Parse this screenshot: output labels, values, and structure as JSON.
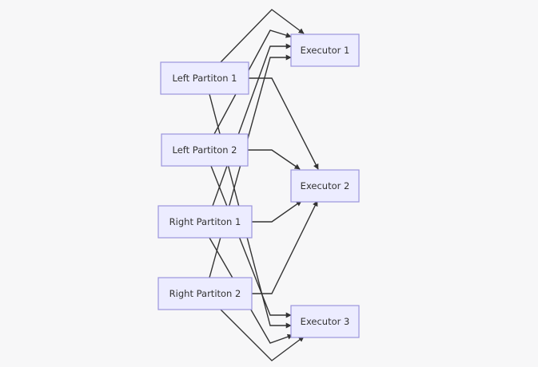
{
  "nodes": {
    "lp1": "Left Partiton 1",
    "lp2": "Left Partiton 2",
    "rp1": "Right Partiton 1",
    "rp2": "Right Partiton 2",
    "ex1": "Executor 1",
    "ex2": "Executor 2",
    "ex3": "Executor 3"
  },
  "edges": [
    {
      "from": "lp1",
      "to": "ex1"
    },
    {
      "from": "lp1",
      "to": "ex2"
    },
    {
      "from": "lp1",
      "to": "ex3"
    },
    {
      "from": "lp2",
      "to": "ex1"
    },
    {
      "from": "lp2",
      "to": "ex2"
    },
    {
      "from": "lp2",
      "to": "ex3"
    },
    {
      "from": "rp1",
      "to": "ex1"
    },
    {
      "from": "rp1",
      "to": "ex2"
    },
    {
      "from": "rp1",
      "to": "ex3"
    },
    {
      "from": "rp2",
      "to": "ex1"
    },
    {
      "from": "rp2",
      "to": "ex2"
    },
    {
      "from": "rp2",
      "to": "ex3"
    }
  ],
  "colors": {
    "node_fill": "#ececff",
    "node_border": "#9b95dd",
    "edge": "#333333",
    "text": "#333333",
    "background": "#f7f7f8"
  }
}
